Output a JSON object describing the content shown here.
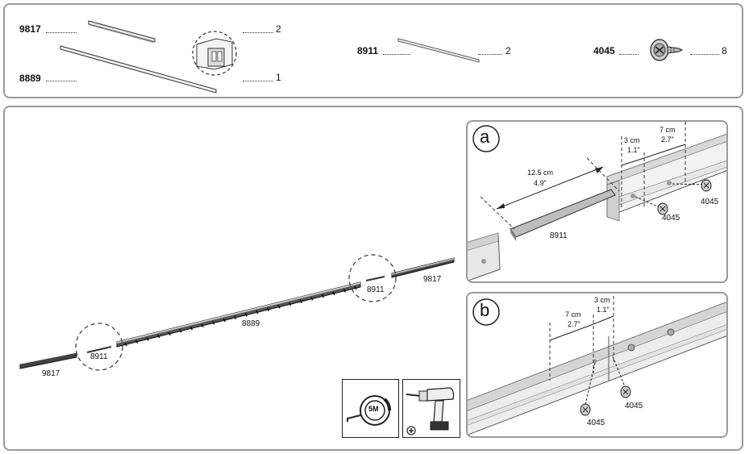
{
  "parts": [
    {
      "code": "9817",
      "qty": "2"
    },
    {
      "code": "8889",
      "qty": "1"
    },
    {
      "code": "8911",
      "qty": "2"
    },
    {
      "code": "4045",
      "qty": "8"
    }
  ],
  "main": {
    "labels": {
      "rail_left": "9817",
      "rail_right": "9817",
      "center_rail": "8889",
      "joint_left": "8911",
      "joint_right": "8911"
    }
  },
  "step_a": {
    "badge": "a",
    "dim_long": {
      "metric": "12.5 cm",
      "imperial": "4.9\""
    },
    "dim_3": {
      "metric": "3 cm",
      "imperial": "1.1\""
    },
    "dim_7": {
      "metric": "7 cm",
      "imperial": "2.7\""
    },
    "part_label": "8911",
    "screw_label_1": "4045",
    "screw_label_2": "4045"
  },
  "step_b": {
    "badge": "b",
    "dim_3": {
      "metric": "3 cm",
      "imperial": "1.1\""
    },
    "dim_7": {
      "metric": "7 cm",
      "imperial": "2.7\""
    },
    "screw_label_1": "4045",
    "screw_label_2": "4045"
  },
  "tools": {
    "tape_label": "5M",
    "tape_icon": "tape-measure-icon",
    "drill_icon": "cordless-drill-icon"
  }
}
